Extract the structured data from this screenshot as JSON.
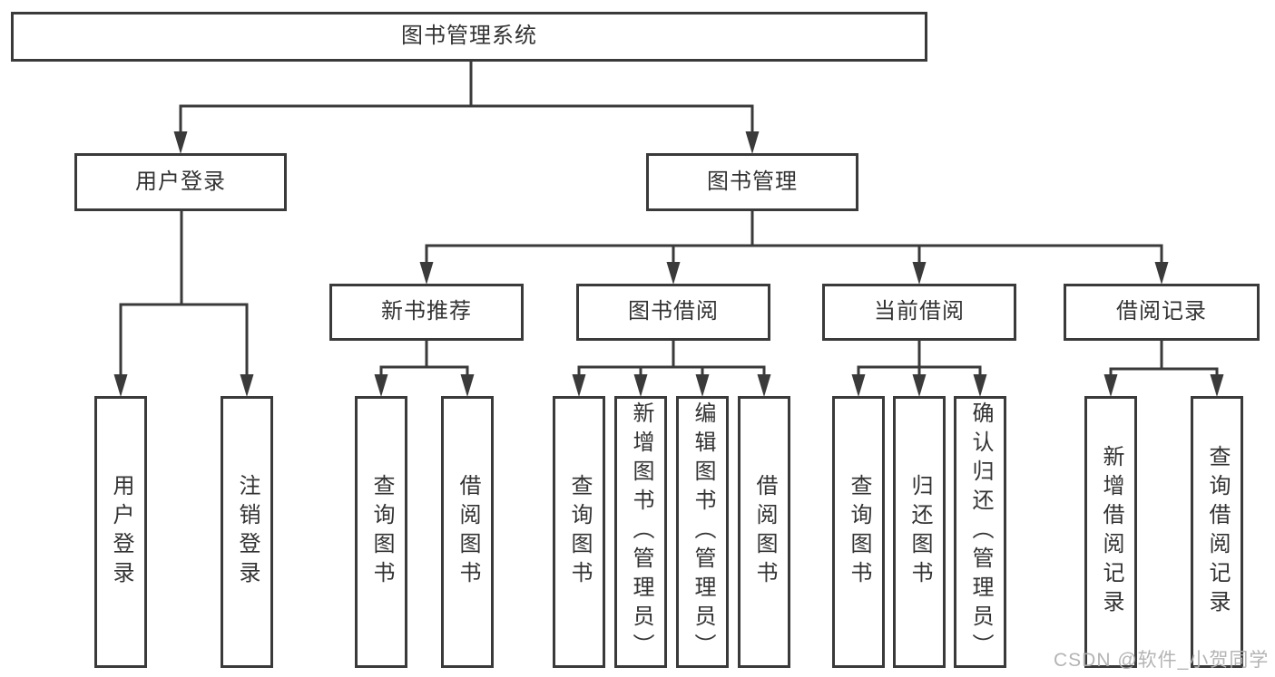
{
  "diagram_type": "hierarchy-tree",
  "colors": {
    "line": "#3a3a3a",
    "box_border": "#3a3a3a",
    "box_fill": "#ffffff",
    "text": "#333333",
    "watermark": "#b0b0b0",
    "background": "#ffffff"
  },
  "tree": {
    "label": "图书管理系统",
    "children": [
      {
        "label": "用户登录",
        "children": [
          {
            "label": "用户登录"
          },
          {
            "label": "注销登录"
          }
        ]
      },
      {
        "label": "图书管理",
        "children": [
          {
            "label": "新书推荐",
            "children": [
              {
                "label": "查询图书"
              },
              {
                "label": "借阅图书"
              }
            ]
          },
          {
            "label": "图书借阅",
            "children": [
              {
                "label": "查询图书"
              },
              {
                "label": "新增图书（管理员）"
              },
              {
                "label": "编辑图书（管理员）"
              },
              {
                "label": "借阅图书"
              }
            ]
          },
          {
            "label": "当前借阅",
            "children": [
              {
                "label": "查询图书"
              },
              {
                "label": "归还图书"
              },
              {
                "label": "确认归还（管理员）"
              }
            ]
          },
          {
            "label": "借阅记录",
            "children": [
              {
                "label": "新增借阅记录"
              },
              {
                "label": "查询借阅记录"
              }
            ]
          }
        ]
      }
    ]
  },
  "watermark": {
    "text": "CSDN @软件_小贺同学"
  }
}
